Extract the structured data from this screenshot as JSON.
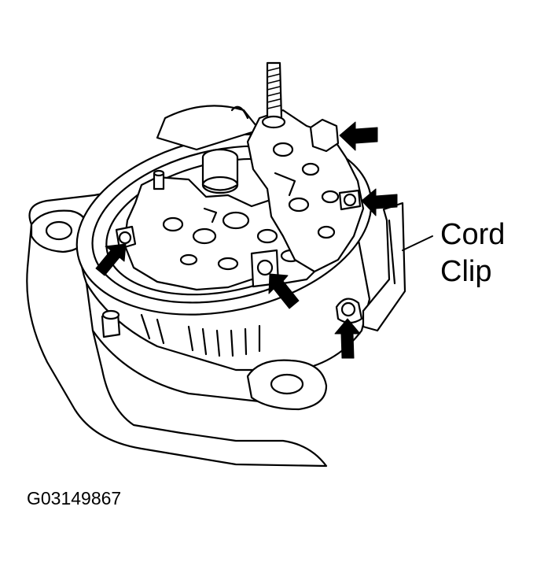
{
  "callout": {
    "line1": "Cord",
    "line2": "Clip"
  },
  "figure_id": "G03149867",
  "colors": {
    "ink": "#000000",
    "paper": "#ffffff"
  },
  "icons": [
    "alternator-illustration",
    "arrow-icon"
  ]
}
